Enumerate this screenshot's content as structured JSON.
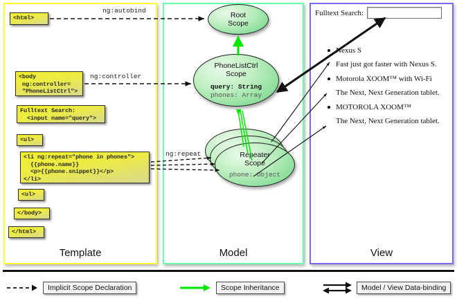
{
  "diagram": {
    "title": "AngularJS Template / Model / View scope diagram",
    "columns": [
      {
        "key": "template",
        "label": "Template",
        "border_color": "#ffff33"
      },
      {
        "key": "model",
        "label": "Model",
        "border_color": "#66ffb0"
      },
      {
        "key": "view",
        "label": "View",
        "border_color": "#7b68ee"
      }
    ]
  },
  "template": {
    "boxes": [
      {
        "name": "html-open",
        "text": "<html>"
      },
      {
        "name": "body-open",
        "text": "<body\n ng:controller=\n \"PhoneListCtrl\">"
      },
      {
        "name": "search",
        "text": "Fulltext Search:\n  <input name=\"query\">"
      },
      {
        "name": "ul-open",
        "text": "<ul>"
      },
      {
        "name": "li-repeat",
        "text": "<li ng:repeat=\"phone in phones\">\n  {{phone.name}}\n  <p>{{phone.snippet}}</p>\n</li>"
      },
      {
        "name": "ul-close",
        "text": "<ul>"
      },
      {
        "name": "body-close",
        "text": "</body>"
      },
      {
        "name": "html-close",
        "text": "</html>"
      }
    ]
  },
  "model": {
    "scopes": [
      {
        "name": "root-scope",
        "title": "Root\nScope",
        "props": []
      },
      {
        "name": "phonelistctrl-scope",
        "title": "PhoneListCtrl\nScope",
        "props": [
          {
            "text": "query: String",
            "emphasis": "bold"
          },
          {
            "text": "phones: Array",
            "emphasis": "dim"
          }
        ]
      },
      {
        "name": "repeater-scope",
        "title": "Repeater\nScope",
        "props": [
          {
            "text": "phone: Object",
            "emphasis": "dim"
          }
        ],
        "stack_count": 3
      }
    ]
  },
  "view": {
    "search_label": "Fulltext Search:",
    "search_value": "",
    "search_placeholder": "",
    "phones": [
      {
        "name": "Nexus S",
        "snippet": "Fast just got faster with Nexus S."
      },
      {
        "name": "Motorola XOOM™  with Wi-Fi",
        "snippet": "The Next, Next Generation tablet."
      },
      {
        "name": "MOTOROLA XOOM™",
        "snippet": "The Next, Next Generation tablet."
      }
    ]
  },
  "edges": {
    "labels": [
      {
        "name": "ng-autobind",
        "text": "ng:autobind"
      },
      {
        "name": "ng-controller",
        "text": "ng:controller"
      },
      {
        "name": "ng-repeat",
        "text": "ng:repeat"
      }
    ]
  },
  "legend": {
    "items": [
      {
        "name": "implicit-scope-declaration",
        "label": "Implicit Scope Declaration",
        "arrow": "dashed-arrow",
        "color": "#111111"
      },
      {
        "name": "scope-inheritance",
        "label": "Scope Inheritance",
        "arrow": "solid-green-arrow",
        "color": "#00e800"
      },
      {
        "name": "model-view-data-binding",
        "label": "Model / View Data-binding",
        "arrow": "double-head-arrow",
        "color": "#111111"
      }
    ]
  }
}
